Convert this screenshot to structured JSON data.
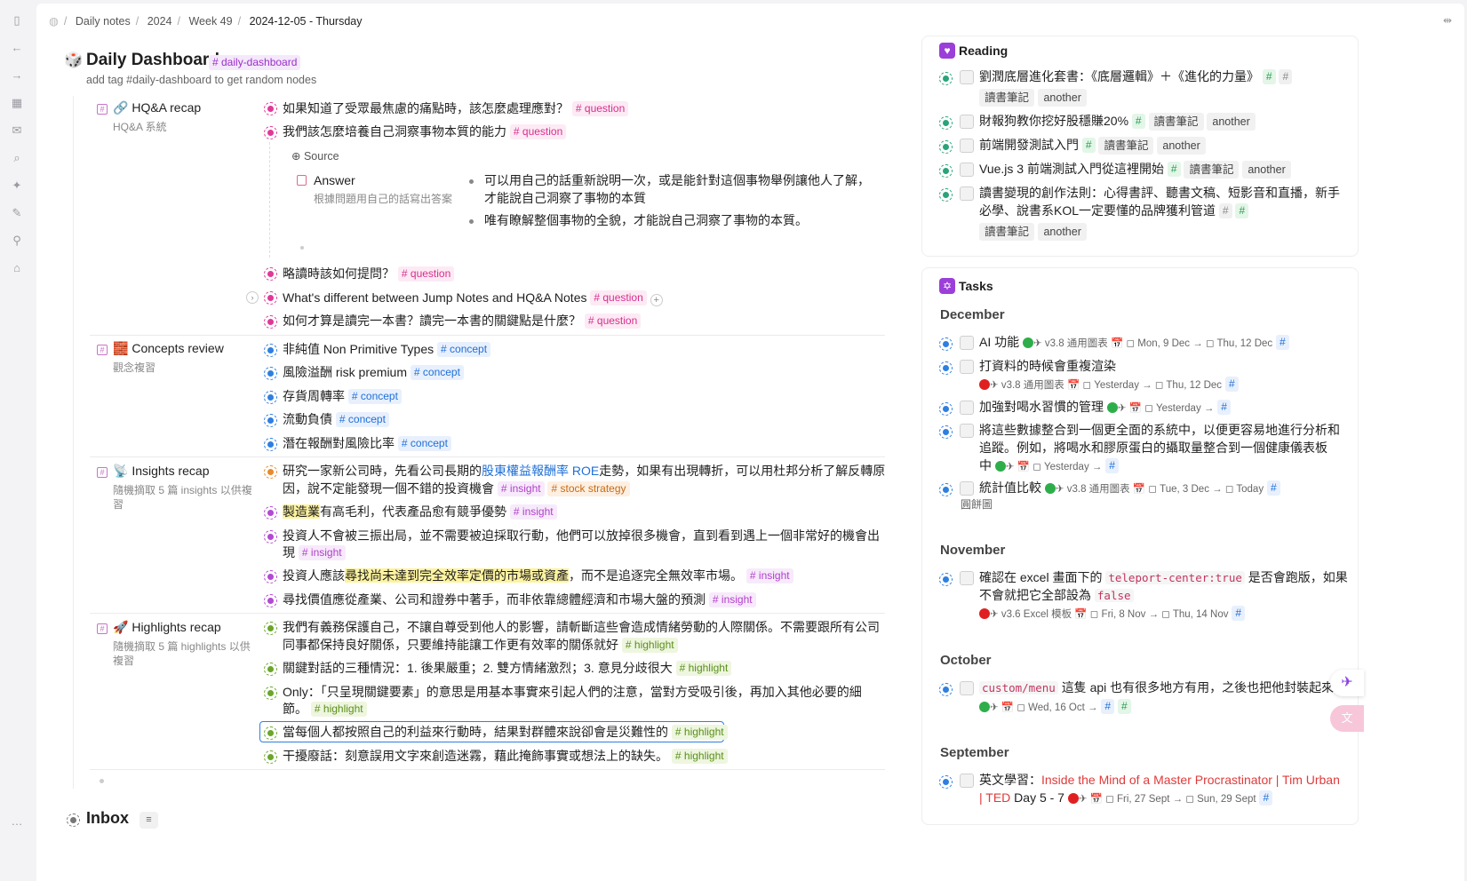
{
  "breadcrumb": [
    "Daily notes",
    "2024",
    "Week 49",
    "2024-12-05 - Thursday"
  ],
  "page": {
    "title": "Daily Dashboard",
    "tag": "# daily-dashboard",
    "hint": "add tag #daily-dashboard to get random nodes"
  },
  "hqa": {
    "title": "HQ&A recap",
    "sub": "HQ&A 系統",
    "q1": "如果知道了受眾最焦慮的痛點時，該怎麼處理應對？",
    "q2": "我們該怎麼培養自己洞察事物本質的能力",
    "qtag": "# question",
    "source": "Source",
    "answer": "Answer",
    "answer_sub": "根據問題用自己的話寫出答案",
    "a1a": "可以用自己的話重新說明一次，或是能針對這個事物舉例讓他人了解，",
    "a1b": "才能說自己洞察了事物的本質",
    "a2": "唯有瞭解整個事物的全貌，才能說自己洞察了事物的本質。",
    "q3": "略讀時該如何提問？",
    "q4": "What's different between Jump Notes and HQ&A Notes",
    "q5": "如何才算是讀完一本書？讀完一本書的關鍵點是什麼？"
  },
  "concepts": {
    "title": "Concepts review",
    "sub": "觀念複習",
    "tag": "# concept",
    "items": [
      "非純值 Non Primitive Types",
      "風險溢酬 risk premium",
      "存貨周轉率",
      "流動負債",
      "潛在報酬對風險比率"
    ]
  },
  "insights": {
    "title": "Insights recap",
    "sub1": "隨機摘取 5 篇 insights 以供複",
    "sub2": "習",
    "tag": "# insight",
    "tag_s": "# stock strategy",
    "i1a": "研究一家新公司時，先看公司長期的",
    "i1link": "股東權益報酬率 ROE",
    "i1b": "走勢，如果有出現轉折，可以用杜邦分析了解反轉原",
    "i1c": "因，說不定能發現一個不錯的投資機會",
    "i2hl": "製造業",
    "i2": "有高毛利，代表產品愈有競爭優勢",
    "i3a": "投資人不會被三振出局，並不需要被迫採取行動，他們可以放掉很多機會，直到看到遇上一個非常好的機會出",
    "i3b": "現",
    "i4a": "投資人應該",
    "i4hl": "尋找尚未達到完全效率定價的市場或資產",
    "i4b": "，而不是追逐完全無效率市場。",
    "i5": "尋找價值應從產業、公司和證券中著手，而非依靠總體經濟和市場大盤的預測"
  },
  "highlights": {
    "title": "Highlights recap",
    "sub1": "隨機摘取 5 篇 highlights 以供",
    "sub2": "複習",
    "tag": "# highlight",
    "h1a": "我們有義務保護自己，不讓自尊受到他人的影響，請斬斷這些會造成情緒勞動的人際關係。不需要跟所有公司",
    "h1b": "同事都保持良好關係，只要維持能讓工作更有效率的關係就好",
    "h2": "關鍵對話的三種情況：1. 後果嚴重；2. 雙方情緒激烈；3. 意見分歧很大",
    "h3a": "Only：「只呈現關鍵要素」的意思是用基本事實來引起人們的注意，當對方受吸引後，再加入其他必要的細",
    "h3b": "節。",
    "h4": "當每個人都按照自己的利益來行動時，結果對群體來說卻會是災難性的",
    "h5": "干擾廢話：刻意誤用文字來創造迷霧，藉此掩飾事實或想法上的缺失。"
  },
  "inbox": {
    "title": "Inbox"
  },
  "reading": {
    "title": "Reading",
    "chip_a": "讀書筆記",
    "chip_b": "another",
    "hash": "#",
    "r1": "劉潤底層進化套書：《底層邏輯》＋《進化的力量》",
    "r2": "財報狗教你挖好股穩賺20%",
    "r3": "前端開發測試入門",
    "r4": "Vue.js 3 前端測試入門從這裡開始",
    "r5a": "讀書變現的創作法則：心得書評、聽書文稿、短影音和直播，新手",
    "r5b": "必學、說書系KOL一定要懂的品牌獲利管道"
  },
  "tasks": {
    "title": "Tasks",
    "hash": "#",
    "dec": "December",
    "nov": "November",
    "oct": "October",
    "sep": "September",
    "t1": "AI 功能",
    "t1m": "v3.8 通用圖表",
    "t1d": "Mon, 9 Dec → ",
    "t1e": "Thu, 12 Dec",
    "t2": "打資料的時候會重複渲染",
    "t2m": "v3.8 通用圖表",
    "t2d": "Yesterday → ",
    "t2e": "Thu, 12 Dec",
    "t3": "加強對喝水習慣的管理",
    "t3d": "Yesterday →",
    "t4a": "將這些數據整合到一個更全面的系統中，以便更容易地進行分析和",
    "t4b": "追蹤。例如，將喝水和膠原蛋白的攝取量整合到一個健康儀表板",
    "t4c": "中",
    "t4d": "Yesterday →",
    "t5": "統計值比較",
    "t5m": "v3.8 通用圖表",
    "t5d": "Tue, 3 Dec → ",
    "t5e": "Today",
    "t5s": "圓餅圖",
    "t6a": "確認在 excel 畫面下的",
    "t6code": "teleport-center:true",
    "t6b": "是否會跑版，如果",
    "t6c": "不會就把它全部設為",
    "t6code2": "false",
    "t6m": "v3.6 Excel 模板",
    "t6d": "Fri, 8 Nov → ",
    "t6e": "Thu, 14 Nov",
    "t7code": "custom/menu",
    "t7": "這隻 api 也有很多地方有用，之後也把他封裝起來",
    "t7d": "Wed, 16 Oct →",
    "t8a": "英文學習：",
    "t8link": "Inside the Mind of a Master Procrastinator | Tim Urban",
    "t8b": "| TED",
    "t8c": "Day 5 - 7",
    "t8d": "Fri, 27 Sept → ",
    "t8e": "Sun, 29 Sept"
  }
}
